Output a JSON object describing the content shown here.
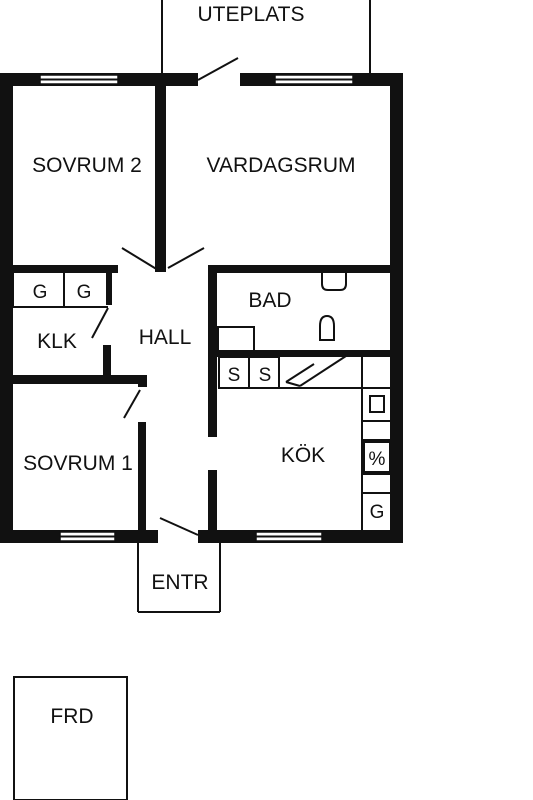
{
  "rooms": {
    "uteplats": "UTEPLATS",
    "sovrum2": "SOVRUM 2",
    "vardagsrum": "VARDAGSRUM",
    "hall": "HALL",
    "klk": "KLK",
    "bad": "BAD",
    "sovrum1": "SOVRUM 1",
    "kok": "KÖK",
    "entr": "ENTR",
    "frd": "FRD"
  },
  "storage": {
    "g1": "G",
    "g2": "G",
    "s1": "S",
    "s2": "S",
    "g_kitchen": "G"
  },
  "colors": {
    "wall": "#111111",
    "background": "#ffffff"
  }
}
